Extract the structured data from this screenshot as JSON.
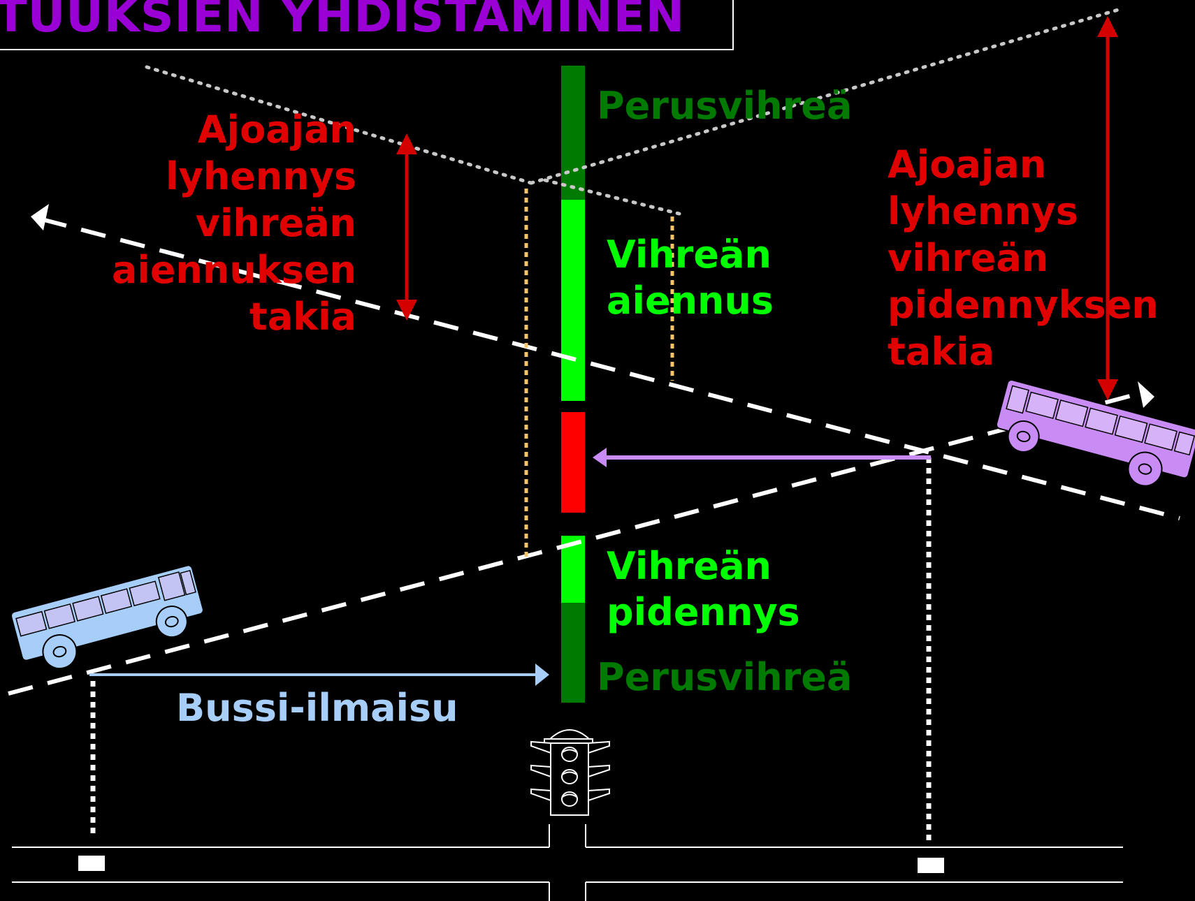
{
  "title": "ETUUKSIEN YHDISTAMINEN",
  "labels": {
    "base_green_top": "Perusvihreä",
    "base_green_bottom": "Perusvihreä",
    "green_extension_top": "Vihreän\naiennus",
    "green_extension_bottom": "Vihreän\npidennys",
    "travel_time_left": "Ajoajan\nlyhennys\nvihreän\naiennuksen\ntakia",
    "travel_time_right": "Ajoajan\nlyhennys\nvihreän\npidennyksen\ntakia",
    "bus_detection": "Bussi-ilmaisu"
  },
  "colors": {
    "title": "#9a00d6",
    "base_green": "#007a00",
    "extension_green": "#00ff00",
    "red_phase": "#ff0000",
    "travel_time_text": "#e00000",
    "bus_left": "#a6cef9",
    "bus_right": "#c98cf5",
    "dotted_orange": "#f7c46a",
    "dotted_grey": "#c8c8c8"
  },
  "icons": [
    "bus-left-icon",
    "bus-right-icon",
    "traffic-light-icon",
    "detector-left-icon",
    "detector-right-icon"
  ]
}
